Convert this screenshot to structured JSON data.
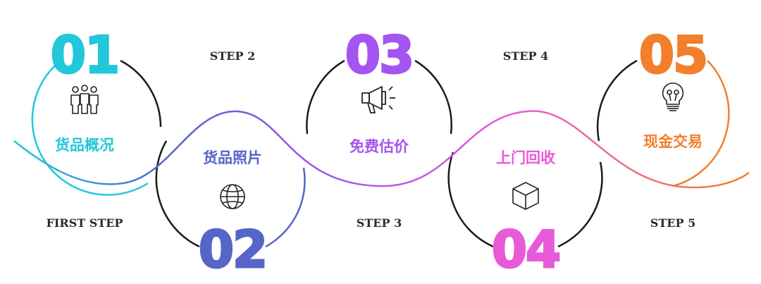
{
  "colors": {
    "s1": "#22c7d9",
    "s2": "#5565c8",
    "s3": "#a454f0",
    "s4": "#e85ad8",
    "s5": "#f27f2c",
    "dark_arc": "#1a1a1a"
  },
  "steps": [
    {
      "number": "01",
      "title": "货品概况",
      "step_label": "FIRST STEP",
      "icon": "people-icon"
    },
    {
      "number": "02",
      "title": "货品照片",
      "step_label": "STEP 2",
      "icon": "globe-icon"
    },
    {
      "number": "03",
      "title": "免费估价",
      "step_label": "STEP 3",
      "icon": "megaphone-icon"
    },
    {
      "number": "04",
      "title": "上门回收",
      "step_label": "STEP 4",
      "icon": "box-icon"
    },
    {
      "number": "05",
      "title": "现金交易",
      "step_label": "STEP 5",
      "icon": "lightbulb-icon"
    }
  ]
}
